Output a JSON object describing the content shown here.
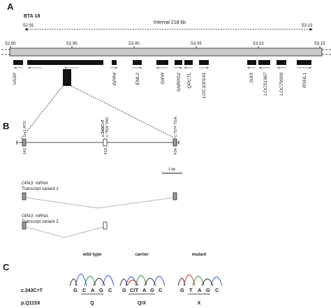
{
  "panelA": {
    "letter": "A",
    "chromosome": "BTA 18",
    "interval_label": "Interval 218 kb",
    "interval_start": "52.91",
    "interval_end": "53.13",
    "ticks": [
      "52.90",
      "52.95",
      "53.00",
      "53.05",
      "53.10",
      "53.15"
    ],
    "genes": [
      "VASP",
      "GPR4",
      "EML2",
      "GIPR",
      "SNRPD2",
      "QPCTL",
      "LOC100141",
      "SIX5",
      "LOC51367",
      "LOC79009",
      "RSHL1"
    ]
  },
  "panelB": {
    "letter": "B",
    "exon_labels": [
      "142",
      "419",
      "434"
    ],
    "annotations": [
      "c.+1 ATG",
      "c.343C>T",
      "c.*559 TAG",
      "c.*574 TGA"
    ],
    "scale_label": "1 kb",
    "transcripts": [
      {
        "name": "OPA3",
        "suffix": "mRNA",
        "variant": "Transcript variant 1"
      },
      {
        "name": "OPA3",
        "suffix": "mRNA",
        "variant": "Transcript variant 2"
      }
    ]
  },
  "panelC": {
    "letter": "C",
    "genotypes": [
      "wild type",
      "carrier",
      "mutant"
    ],
    "row_labels": [
      "c.343C>T",
      "p.Q115X"
    ],
    "sequences": [
      [
        "G",
        "C",
        "A",
        "G",
        "C"
      ],
      [
        "G",
        "C/T",
        "A",
        "G",
        "C"
      ],
      [
        "G",
        "T",
        "A",
        "G",
        "C"
      ]
    ],
    "proteins": [
      "Q",
      "Q/X",
      "X"
    ],
    "base_colors": {
      "G": "#222222",
      "A": "#1f8a2e",
      "C": "#2a49c8",
      "T": "#d22424"
    }
  }
}
